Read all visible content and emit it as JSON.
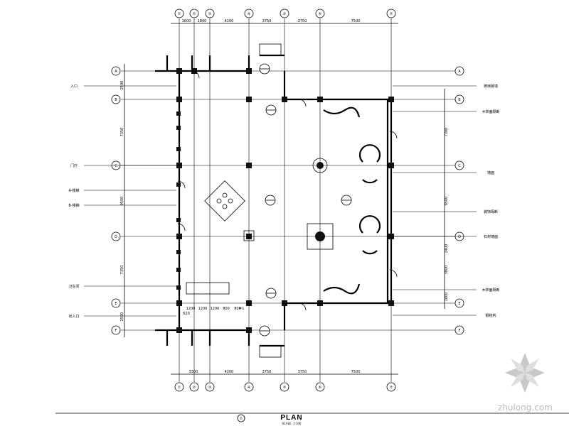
{
  "drawing": {
    "title": "PLAN",
    "subtitle": "SCALE: 1:100",
    "title_marker": "①"
  },
  "grid": {
    "v_labels": [
      "①",
      "②",
      "③",
      "④",
      "⑤",
      "⑥",
      "⑦"
    ],
    "h_labels_left": [
      "A",
      "B",
      "C",
      "D",
      "E",
      "F"
    ],
    "h_labels_right": [
      "A",
      "B",
      "C",
      "D",
      "E",
      "F"
    ],
    "top_dims": [
      "1600",
      "1800",
      "4200",
      "3750",
      "3750",
      "7500"
    ],
    "bottom_dims": [
      "3300",
      "4200",
      "3750",
      "3750",
      "7500"
    ],
    "left_dims": [
      "2500",
      "7350",
      "9500",
      "7350",
      "2500"
    ],
    "right_dims": [
      "7300",
      "9500",
      "2400",
      "3800",
      "1000"
    ],
    "inner_dims": [
      "1200",
      "1200",
      "1200",
      "800",
      "800"
    ],
    "sub_dim": "620"
  },
  "labels": {
    "left": [
      "入口",
      "门厅",
      "A-楼梯",
      "B-楼梯",
      "卫生间",
      "出入口"
    ],
    "right": [
      "玻璃幕墙",
      "木饰面隔断",
      "墙面",
      "装饰隔断",
      "石材墙面",
      "木饰面隔断",
      "钢结构"
    ],
    "inline": [
      "=1"
    ]
  },
  "watermark": {
    "text": "zhulong.com"
  }
}
